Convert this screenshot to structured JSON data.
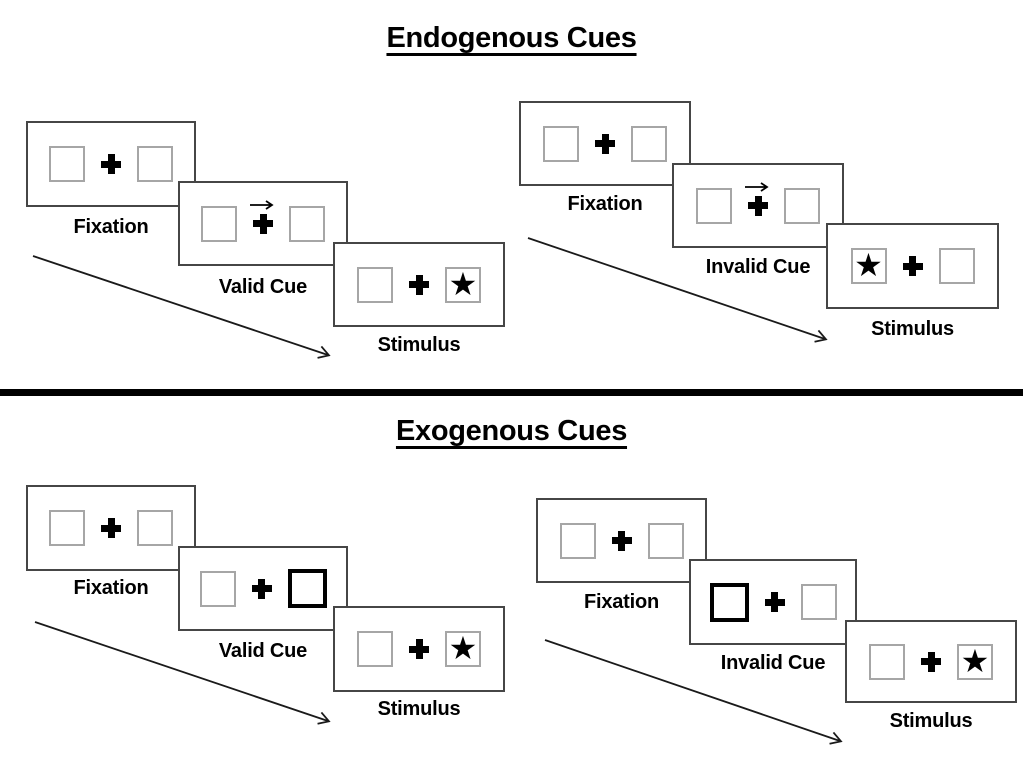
{
  "colors": {
    "background": "#ffffff",
    "ink": "#000000",
    "panel_border": "#464646",
    "box_border": "#a6a6a6"
  },
  "glyphs": {
    "star": "★"
  },
  "sections": [
    {
      "title": "Endogenous Cues",
      "groups": [
        {
          "name": "valid",
          "panels": [
            {
              "label": "Fixation",
              "cue": "none",
              "star": "none"
            },
            {
              "label": "Valid Cue",
              "cue": "arrow-right",
              "star": "none"
            },
            {
              "label": "Stimulus",
              "cue": "none",
              "star": "right"
            }
          ]
        },
        {
          "name": "invalid",
          "panels": [
            {
              "label": "Fixation",
              "cue": "none",
              "star": "none"
            },
            {
              "label": "Invalid Cue",
              "cue": "arrow-right",
              "star": "none"
            },
            {
              "label": "Stimulus",
              "cue": "none",
              "star": "left"
            }
          ]
        }
      ]
    },
    {
      "title": "Exogenous Cues",
      "groups": [
        {
          "name": "valid",
          "panels": [
            {
              "label": "Fixation",
              "cue": "none",
              "star": "none"
            },
            {
              "label": "Valid Cue",
              "cue": "bold-box-right",
              "star": "none"
            },
            {
              "label": "Stimulus",
              "cue": "none",
              "star": "right"
            }
          ]
        },
        {
          "name": "invalid",
          "panels": [
            {
              "label": "Fixation",
              "cue": "none",
              "star": "none"
            },
            {
              "label": "Invalid Cue",
              "cue": "bold-box-left",
              "star": "none"
            },
            {
              "label": "Stimulus",
              "cue": "none",
              "star": "right"
            }
          ]
        }
      ]
    }
  ]
}
